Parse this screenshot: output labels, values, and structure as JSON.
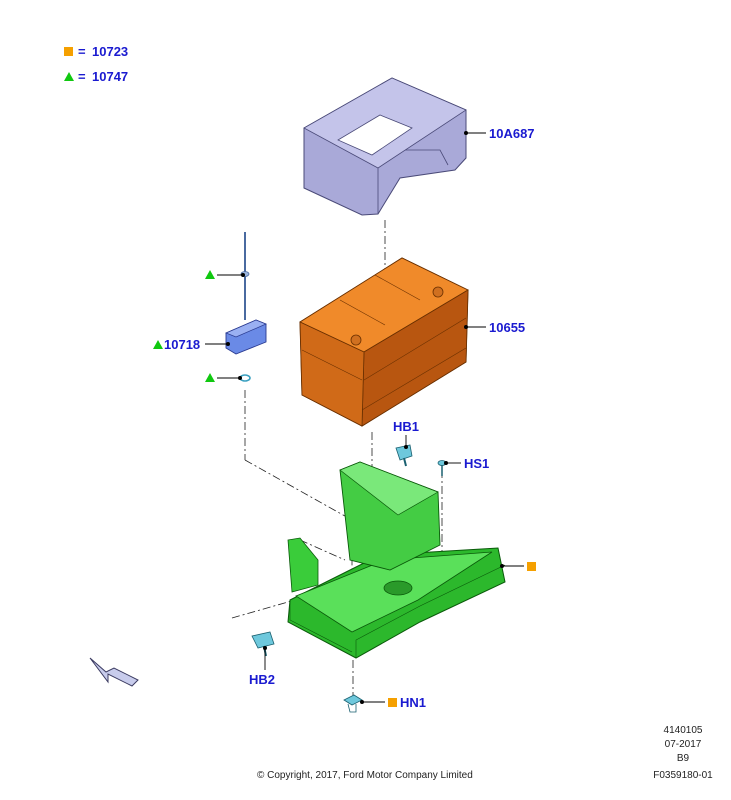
{
  "colors": {
    "label_blue": "#1a1ad0",
    "marker_square": "#f5a000",
    "marker_triangle": "#10c810",
    "cover": "#a9a9d8",
    "battery": "#e0781e",
    "tray": "#3cdc3c",
    "fastener": "#6ec8dc"
  },
  "legend": {
    "square_value": "10723",
    "triangle_value": "10747",
    "equals": "="
  },
  "parts": {
    "cover": "10A687",
    "battery": "10655",
    "clamp": "10718",
    "bolt_hb1": "HB1",
    "stud_hs1": "HS1",
    "bolt_hb2": "HB2",
    "nut_hn1": "HN1"
  },
  "footer": {
    "copyright": "© Copyright, 2017, Ford Motor Company Limited",
    "code": "4140105",
    "date": "07-2017",
    "rev": "B9",
    "figure": "F0359180-01"
  }
}
